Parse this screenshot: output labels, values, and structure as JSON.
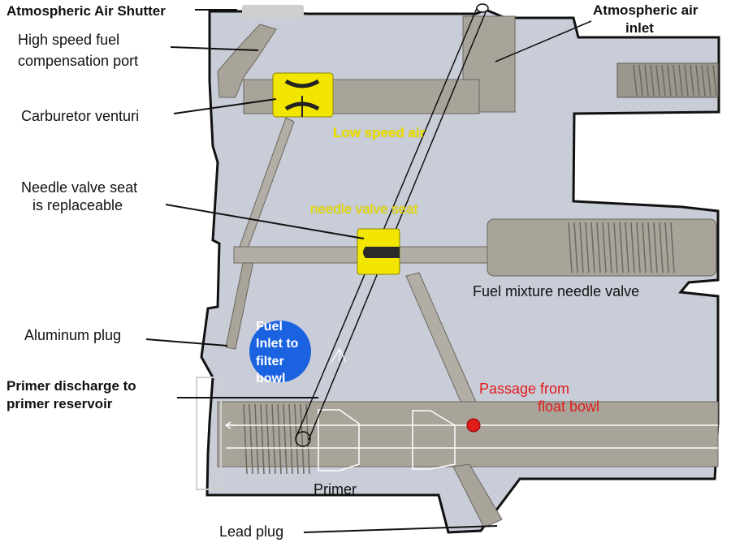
{
  "labels": {
    "atmospheric_air_shutter": "Atmospheric Air Shutter",
    "atmospheric_air_inlet_line1": "Atmospheric air",
    "atmospheric_air_inlet_line2": "inlet",
    "high_speed_port_line1": "High speed fuel",
    "high_speed_port_line2": "compensation port",
    "carburetor_venturi": "Carburetor venturi",
    "low_speed_air": "Low speed air",
    "needle_valve_seat_line1": "Needle valve seat",
    "needle_valve_seat_line2": "is replaceable",
    "needle_valve_seat_small": "needle valve seat",
    "fuel_mixture_needle_valve": "Fuel mixture needle valve",
    "aluminum_plug": "Aluminum plug",
    "fuel_inlet_line1": "Fuel",
    "fuel_inlet_line2": "Inlet to",
    "fuel_inlet_line3": "filter",
    "fuel_inlet_line4": "bowl",
    "primer_discharge_line1": "Primer discharge to",
    "primer_discharge_line2": "primer reservoir",
    "passage_line1": "Passage from",
    "passage_line2": "float bowl",
    "primer": "Primer",
    "lead_plug": "Lead plug"
  },
  "colors": {
    "body": "#c9cdd8",
    "metal": "#a9a49a",
    "yellow_part": "#f2e600",
    "fuel_inlet_blue": "#1a62e0",
    "red_dot": "#e01b1b"
  }
}
